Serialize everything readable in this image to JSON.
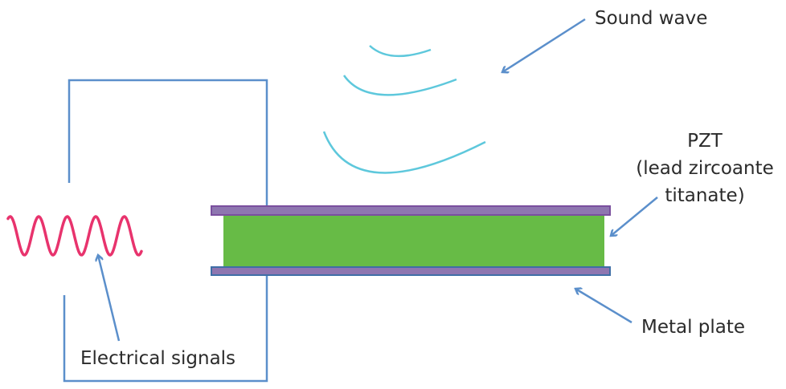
{
  "labels": {
    "sound_wave": "Sound wave",
    "pzt_line1": "PZT",
    "pzt_line2": "(lead zircoante",
    "pzt_line3": "titanate)",
    "metal_plate": "Metal plate",
    "electrical_signals": "Electrical signals"
  },
  "colors": {
    "wire": "#5b8fcb",
    "arrow": "#5b8fcb",
    "signal": "#e8336d",
    "sound": "#5ec8dc",
    "pzt": "#67bb46",
    "plate_fill": "#8e76b0",
    "plate_top_stroke": "#7a4f9e",
    "plate_bottom_stroke": "#3f6ea6"
  }
}
